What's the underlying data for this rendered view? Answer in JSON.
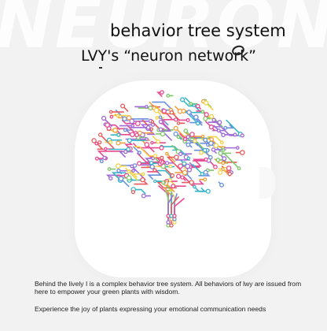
{
  "watermark": "NEURON",
  "headline": "behavior tree system",
  "subheadline": "LVY's “neuron network”",
  "description_1": "Behind the lively I is a complex behavior tree system. All behaviors of lwy are issued from here to empower your green plants with wisdom.",
  "description_2": "Experience the joy of plants expressing your emotional communication needs",
  "colors": {
    "background": "#f2f2f2",
    "card": "#ffffff",
    "palette": [
      "#e94a8f",
      "#f2a03d",
      "#f3d34a",
      "#7cc86a",
      "#38b6c9",
      "#6a8fe0",
      "#a06ad8",
      "#e85a5a"
    ]
  }
}
